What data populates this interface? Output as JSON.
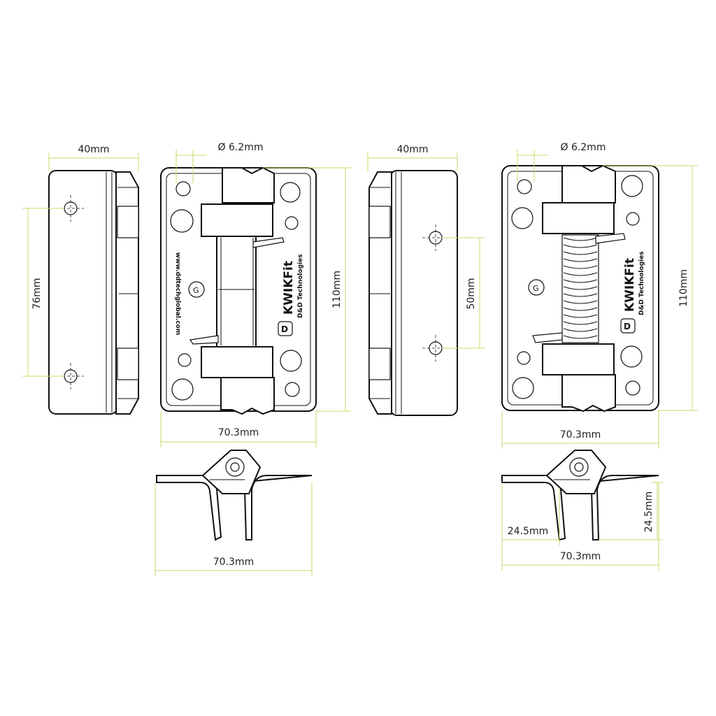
{
  "colors": {
    "dimension_line": "#c9d96a",
    "outline": "#111111",
    "background": "#ffffff"
  },
  "dimensions": {
    "width_40_left": "40mm",
    "width_40_right": "40mm",
    "hole_dia_left": "Ø 6.2mm",
    "hole_dia_right": "Ø 6.2mm",
    "hole_spacing_76": "76mm",
    "hole_spacing_50": "50mm",
    "height_110_left": "110mm",
    "height_110_right": "110mm",
    "width_70_front_left": "70.3mm",
    "width_70_front_right": "70.3mm",
    "width_70_top_left": "70.3mm",
    "width_70_top_right": "70.3mm",
    "leg_24_horizontal": "24.5mm",
    "leg_24_vertical": "24.5mm"
  },
  "branding": {
    "brand_left": "KWIKFit",
    "maker_left": "D&D Technologies",
    "brand_right": "KWIKFit",
    "maker_right": "D&D Technologies",
    "website": "www.ddtechglobal.com"
  }
}
